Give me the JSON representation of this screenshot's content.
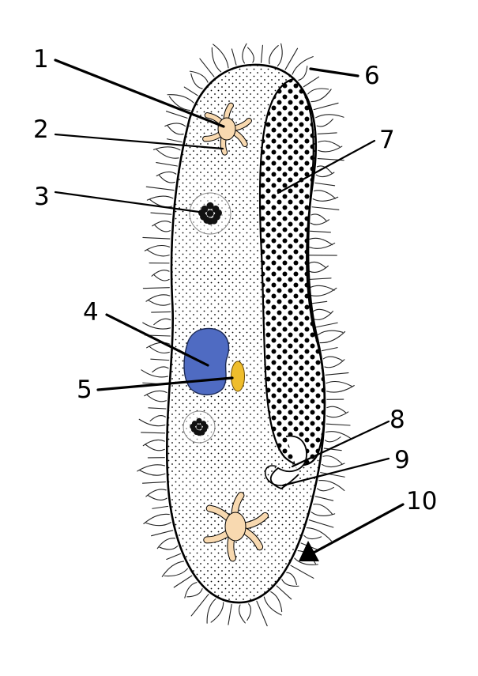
{
  "labels": {
    "l1": "1",
    "l2": "2",
    "l3": "3",
    "l4": "4",
    "l5": "5",
    "l6": "6",
    "l7": "7",
    "l8": "8",
    "l9": "9",
    "l10": "10"
  },
  "colors": {
    "macronucleus": "#4f6bc2",
    "micronucleus": "#efbd2c",
    "contractile_vacuole": "#f8d9b0",
    "outline": "#000000",
    "cytoplasm_dots": "#000000"
  }
}
